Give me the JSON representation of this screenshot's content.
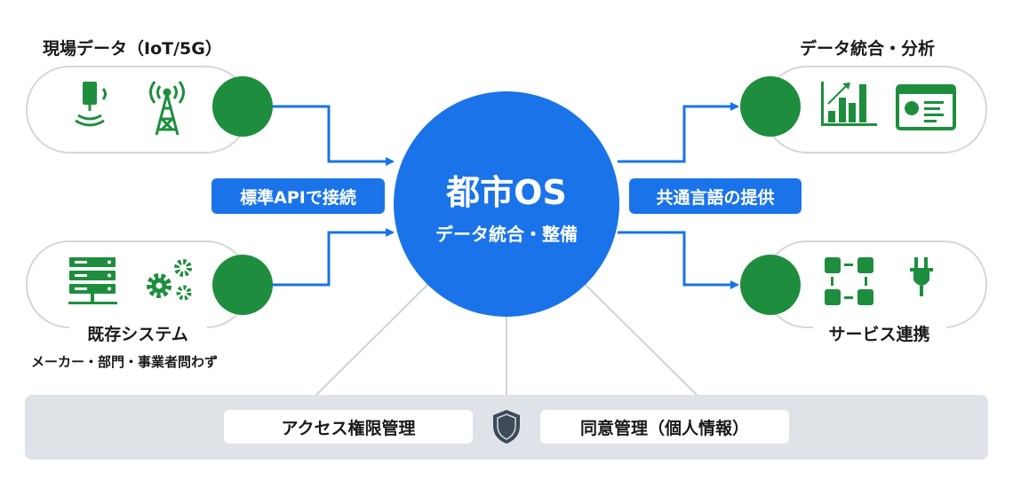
{
  "center": {
    "title": "都市OS",
    "subtitle": "データ統合・整備"
  },
  "inputs": [
    {
      "label": "現場データ（IoT/5G）",
      "icons": [
        "sensor-icon",
        "antenna-tower-icon"
      ]
    },
    {
      "label": "既存システム",
      "sublabel": "メーカー・部門・事業者問わず",
      "icons": [
        "server-icon",
        "gears-icon"
      ]
    }
  ],
  "outputs": [
    {
      "label": "データ統合・分析",
      "icons": [
        "bar-chart-icon",
        "dashboard-icon"
      ]
    },
    {
      "label": "サービス連携",
      "icons": [
        "network-blocks-icon",
        "plug-icon"
      ]
    }
  ],
  "connectors": {
    "left": "標準APIで接続",
    "right": "共通言語の提供"
  },
  "foundation": {
    "left": "アクセス権限管理",
    "right": "同意管理（個人情報）",
    "icon": "shield-icon"
  },
  "colors": {
    "blue": "#1a73e8",
    "green": "#1e8e3e",
    "gray_bar": "#dfe2e6",
    "shield": "#3c4a5a"
  }
}
